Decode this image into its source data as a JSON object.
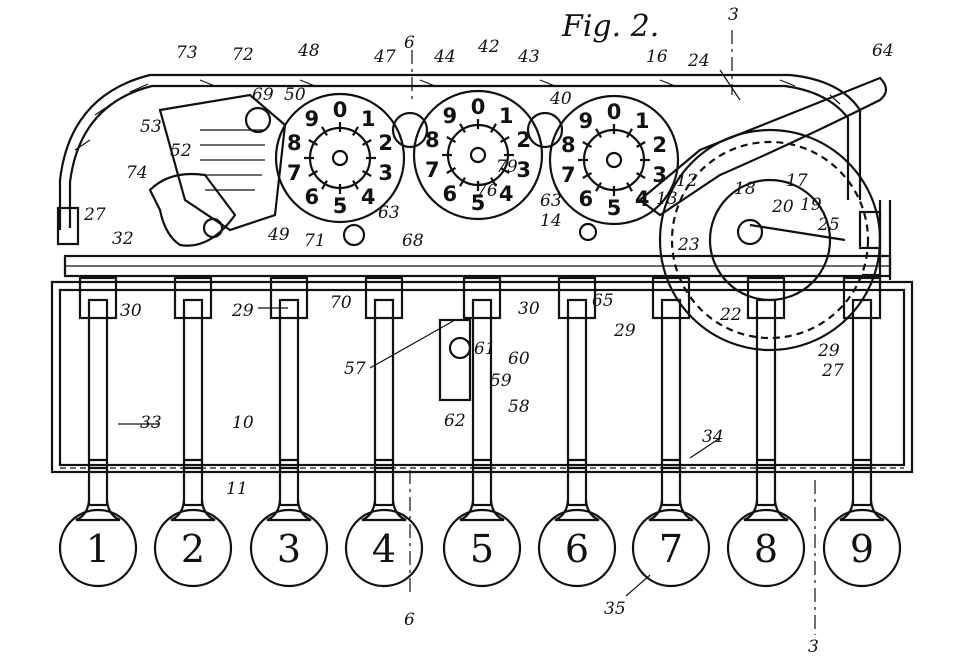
{
  "figure_label": "Fig. 2.",
  "section_marks": {
    "top_3": "3",
    "bottom_3": "3",
    "top_6": "6",
    "bottom_6": "6"
  },
  "keys": [
    "1",
    "2",
    "3",
    "4",
    "5",
    "6",
    "7",
    "8",
    "9"
  ],
  "dials": [
    {
      "digits": [
        "0",
        "1",
        "2",
        "3",
        "4",
        "5",
        "6",
        "7",
        "8",
        "9"
      ]
    },
    {
      "digits": [
        "0",
        "1",
        "2",
        "3",
        "4",
        "5",
        "6",
        "7",
        "8",
        "9"
      ]
    },
    {
      "digits": [
        "0",
        "1",
        "2",
        "3",
        "4",
        "5",
        "6",
        "7",
        "8",
        "9"
      ]
    }
  ],
  "refs": {
    "r73": "73",
    "r72": "72",
    "r48": "48",
    "r47": "47",
    "r44": "44",
    "r42": "42",
    "r43": "43",
    "r16": "16",
    "r24": "24",
    "r64": "64",
    "r69": "69",
    "r50": "50",
    "r40": "40",
    "r53": "53",
    "r52": "52",
    "r74": "74",
    "r27a": "27",
    "r32": "32",
    "r49": "49",
    "r71": "71",
    "r63a": "63",
    "r68": "68",
    "r76": "76",
    "r79": "79",
    "r63b": "63",
    "r14": "14",
    "r13": "13",
    "r12": "12",
    "r18": "18",
    "r20": "20",
    "r19": "19",
    "r25": "25",
    "r17": "17",
    "r23": "23",
    "r22": "22",
    "r30a": "30",
    "r29a": "29",
    "r70": "70",
    "r30b": "30",
    "r65": "65",
    "r29b": "29",
    "r29c": "29",
    "r27b": "27",
    "r57": "57",
    "r61": "61",
    "r60": "60",
    "r59": "59",
    "r58": "58",
    "r62": "62",
    "r33": "33",
    "r10": "10",
    "r11": "11",
    "r34": "34",
    "r35": "35"
  }
}
